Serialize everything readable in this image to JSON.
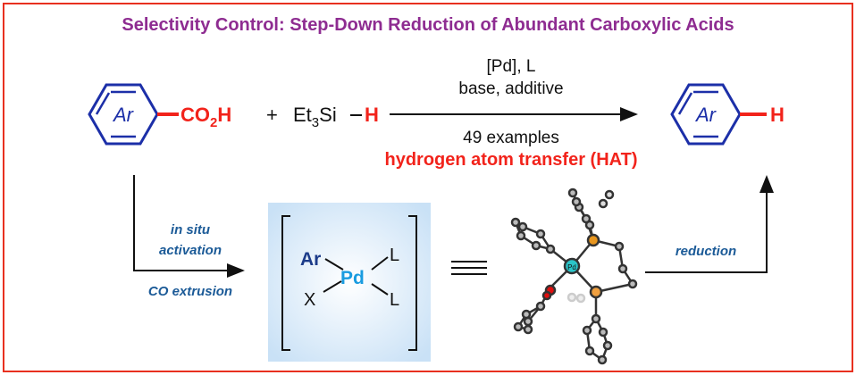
{
  "title": "Selectivity Control: Step-Down Reduction of Abundant Carboxylic Acids",
  "reactant": {
    "ring_label": "Ar",
    "group": [
      "CO",
      "2",
      "H"
    ],
    "plus": "+",
    "silane": [
      "Et",
      "3",
      "Si"
    ],
    "silane_h": "H"
  },
  "conditions": {
    "line1": "[Pd], L",
    "line2": "base, additive",
    "line3": "49 examples",
    "line4": "hydrogen atom transfer (HAT)"
  },
  "product": {
    "ring_label": "Ar",
    "h": "H"
  },
  "left_path": {
    "line1": "in situ",
    "line2": "activation",
    "line3": "CO extrusion"
  },
  "complex": {
    "ar": "Ar",
    "pd": "Pd",
    "l1": "L",
    "l2": "L",
    "x": "X"
  },
  "crystal": {
    "pd_label": "Pd"
  },
  "right_path": {
    "label": "reduction"
  },
  "colors": {
    "border": "#E8301F",
    "title": "#8E2C91",
    "ring": "#1C2FA8",
    "accent": "#F2231B",
    "pd": "#1A9CE0",
    "box": "#D6E9F8"
  }
}
